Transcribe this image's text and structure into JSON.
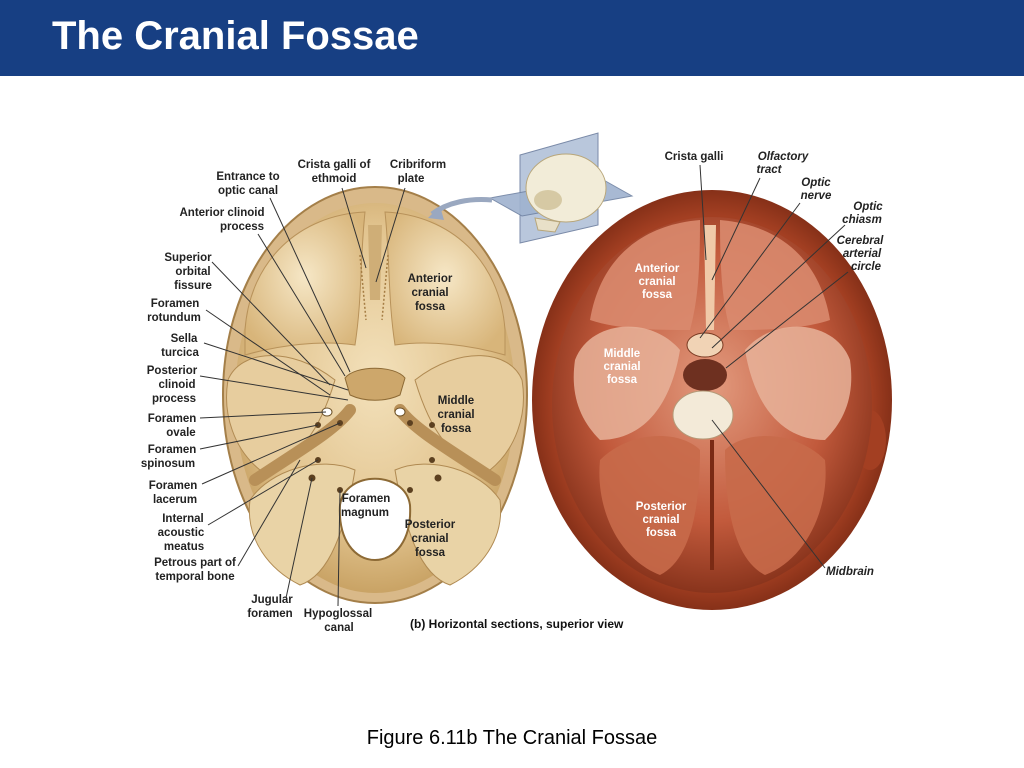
{
  "slide": {
    "title": "The Cranial Fossae",
    "caption": "Figure 6.11b  The Cranial Fossae",
    "header_color": "#173f83"
  },
  "figure": {
    "left_labels": {
      "crista_galli_of_ethmoid": [
        "Crista galli of",
        "ethmoid"
      ],
      "cribriform_plate": [
        "Cribriform",
        "plate"
      ],
      "entrance_to_optic_canal": [
        "Entrance to",
        "optic canal"
      ],
      "anterior_clinoid_process": [
        "Anterior clinoid",
        "process"
      ],
      "superior_orbital_fissure": [
        "Superior",
        "orbital",
        "fissure"
      ],
      "foramen_rotundum": [
        "Foramen",
        "rotundum"
      ],
      "sella_turcica": [
        "Sella",
        "turcica"
      ],
      "posterior_clinoid_process": [
        "Posterior",
        "clinoid",
        "process"
      ],
      "foramen_ovale": [
        "Foramen",
        "ovale"
      ],
      "foramen_spinosum": [
        "Foramen",
        "spinosum"
      ],
      "foramen_lacerum": [
        "Foramen",
        "lacerum"
      ],
      "internal_acoustic_meatus": [
        "Internal",
        "acoustic",
        "meatus"
      ],
      "petrous_part_of_temporal_bone": [
        "Petrous part of",
        "temporal bone"
      ],
      "jugular_foramen": [
        "Jugular",
        "foramen"
      ],
      "hypoglossal_canal": [
        "Hypoglossal",
        "canal"
      ],
      "anterior_cranial_fossa": [
        "Anterior",
        "cranial",
        "fossa"
      ],
      "middle_cranial_fossa": [
        "Middle",
        "cranial",
        "fossa"
      ],
      "posterior_cranial_fossa": [
        "Posterior",
        "cranial",
        "fossa"
      ],
      "foramen_magnum": [
        "Foramen",
        "magnum"
      ]
    },
    "right_labels": {
      "crista_galli": "Crista galli",
      "olfactory_tract": [
        "Olfactory",
        "tract"
      ],
      "optic_nerve": [
        "Optic",
        "nerve"
      ],
      "optic_chiasm": [
        "Optic",
        "chiasm"
      ],
      "cerebral_arterial_circle": [
        "Cerebral",
        "arterial",
        "circle"
      ],
      "midbrain": "Midbrain",
      "anterior_cranial_fossa": [
        "Anterior",
        "cranial",
        "fossa"
      ],
      "middle_cranial_fossa": [
        "Middle",
        "cranial",
        "fossa"
      ],
      "posterior_cranial_fossa": [
        "Posterior",
        "cranial",
        "fossa"
      ]
    },
    "panel_caption": "(b) Horizontal sections, superior view"
  }
}
